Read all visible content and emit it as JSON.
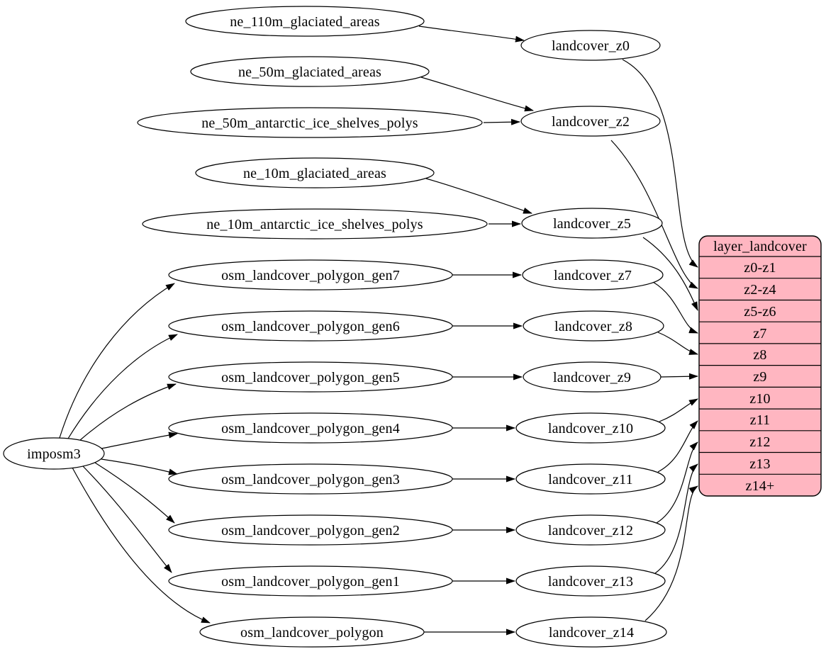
{
  "diagram": {
    "type": "directed-graph",
    "colors": {
      "background": "#ffffff",
      "node_fill": "#ffffff",
      "edge_stroke": "#000000",
      "layer_fill": "#ffb6c1"
    },
    "root": {
      "label": "imposm3"
    },
    "sources": [
      {
        "label": "ne_110m_glaciated_areas"
      },
      {
        "label": "ne_50m_glaciated_areas"
      },
      {
        "label": "ne_50m_antarctic_ice_shelves_polys"
      },
      {
        "label": "ne_10m_glaciated_areas"
      },
      {
        "label": "ne_10m_antarctic_ice_shelves_polys"
      },
      {
        "label": "osm_landcover_polygon_gen7"
      },
      {
        "label": "osm_landcover_polygon_gen6"
      },
      {
        "label": "osm_landcover_polygon_gen5"
      },
      {
        "label": "osm_landcover_polygon_gen4"
      },
      {
        "label": "osm_landcover_polygon_gen3"
      },
      {
        "label": "osm_landcover_polygon_gen2"
      },
      {
        "label": "osm_landcover_polygon_gen1"
      },
      {
        "label": "osm_landcover_polygon"
      }
    ],
    "transforms": [
      {
        "label": "landcover_z0"
      },
      {
        "label": "landcover_z2"
      },
      {
        "label": "landcover_z5"
      },
      {
        "label": "landcover_z7"
      },
      {
        "label": "landcover_z8"
      },
      {
        "label": "landcover_z9"
      },
      {
        "label": "landcover_z10"
      },
      {
        "label": "landcover_z11"
      },
      {
        "label": "landcover_z12"
      },
      {
        "label": "landcover_z13"
      },
      {
        "label": "landcover_z14"
      }
    ],
    "layer_table": {
      "title": "layer_landcover",
      "rows": [
        "z0-z1",
        "z2-z4",
        "z5-z6",
        "z7",
        "z8",
        "z9",
        "z10",
        "z11",
        "z12",
        "z13",
        "z14+"
      ]
    },
    "edges": [
      {
        "from": "imposm3",
        "to": "osm_landcover_polygon_gen7"
      },
      {
        "from": "imposm3",
        "to": "osm_landcover_polygon_gen6"
      },
      {
        "from": "imposm3",
        "to": "osm_landcover_polygon_gen5"
      },
      {
        "from": "imposm3",
        "to": "osm_landcover_polygon_gen4"
      },
      {
        "from": "imposm3",
        "to": "osm_landcover_polygon_gen3"
      },
      {
        "from": "imposm3",
        "to": "osm_landcover_polygon_gen2"
      },
      {
        "from": "imposm3",
        "to": "osm_landcover_polygon_gen1"
      },
      {
        "from": "imposm3",
        "to": "osm_landcover_polygon"
      },
      {
        "from": "ne_110m_glaciated_areas",
        "to": "landcover_z0"
      },
      {
        "from": "ne_50m_glaciated_areas",
        "to": "landcover_z2"
      },
      {
        "from": "ne_50m_antarctic_ice_shelves_polys",
        "to": "landcover_z2"
      },
      {
        "from": "ne_10m_glaciated_areas",
        "to": "landcover_z5"
      },
      {
        "from": "ne_10m_antarctic_ice_shelves_polys",
        "to": "landcover_z5"
      },
      {
        "from": "osm_landcover_polygon_gen7",
        "to": "landcover_z7"
      },
      {
        "from": "osm_landcover_polygon_gen6",
        "to": "landcover_z8"
      },
      {
        "from": "osm_landcover_polygon_gen5",
        "to": "landcover_z9"
      },
      {
        "from": "osm_landcover_polygon_gen4",
        "to": "landcover_z10"
      },
      {
        "from": "osm_landcover_polygon_gen3",
        "to": "landcover_z11"
      },
      {
        "from": "osm_landcover_polygon_gen2",
        "to": "landcover_z12"
      },
      {
        "from": "osm_landcover_polygon_gen1",
        "to": "landcover_z13"
      },
      {
        "from": "osm_landcover_polygon",
        "to": "landcover_z14"
      },
      {
        "from": "landcover_z0",
        "to": "layer_landcover:z0-z1"
      },
      {
        "from": "landcover_z2",
        "to": "layer_landcover:z2-z4"
      },
      {
        "from": "landcover_z5",
        "to": "layer_landcover:z5-z6"
      },
      {
        "from": "landcover_z7",
        "to": "layer_landcover:z7"
      },
      {
        "from": "landcover_z8",
        "to": "layer_landcover:z8"
      },
      {
        "from": "landcover_z9",
        "to": "layer_landcover:z9"
      },
      {
        "from": "landcover_z10",
        "to": "layer_landcover:z10"
      },
      {
        "from": "landcover_z11",
        "to": "layer_landcover:z11"
      },
      {
        "from": "landcover_z12",
        "to": "layer_landcover:z12"
      },
      {
        "from": "landcover_z13",
        "to": "layer_landcover:z13"
      },
      {
        "from": "landcover_z14",
        "to": "layer_landcover:z14+"
      }
    ]
  }
}
